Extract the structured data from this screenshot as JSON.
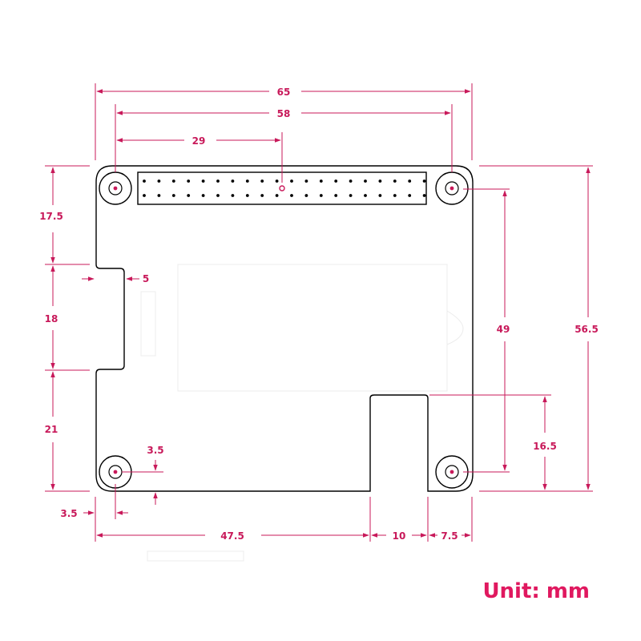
{
  "colors": {
    "dimension": "#c8195a",
    "outline": "#000000",
    "faint": "#e6e6e6",
    "unit": "#e0185f"
  },
  "dimensions": {
    "overall_width": "65",
    "hole_span_x": "58",
    "header_center_x": "29",
    "height_total": "56.5",
    "hole_span_y": "49",
    "notch_top": "17.5",
    "notch_height": "18",
    "notch_bottom": "21",
    "notch_depth": "5",
    "hole_offset_y": "3.5",
    "hole_offset_x": "3.5",
    "cutout_left": "47.5",
    "cutout_width": "10",
    "cutout_right": "7.5",
    "cutout_height": "16.5"
  },
  "unit": {
    "label": "Unit:",
    "value": "mm"
  }
}
